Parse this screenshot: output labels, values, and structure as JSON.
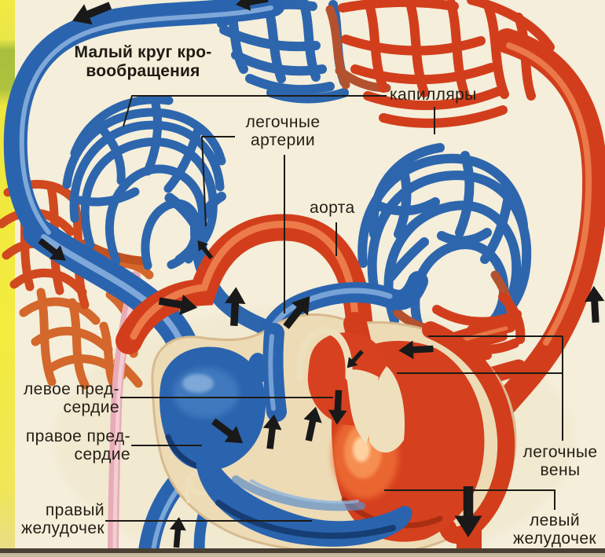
{
  "title": "Малый круг кро-\nвообращения",
  "labels": {
    "capillaries": "капилляры",
    "pulmonary_arteries": "легочные\nартерии",
    "aorta": "аорта",
    "left_atrium": "левое пред-\nсердие",
    "right_atrium": "правое пред-\nсердие",
    "right_ventricle": "правый\nжелудочек",
    "pulmonary_veins": "легочные\nвены",
    "left_ventricle": "левый\nжелудочек"
  },
  "colors": {
    "background": "#f4eeda",
    "venous_blood_blue": "#2b64ae",
    "arterial_blood_red": "#d23e1c",
    "capillary_orange": "#d4672b",
    "heart_muscle_cream": "#eddbb6",
    "edge_strip_yellow": "#f2ea41",
    "pointer_line": "#1d1b17"
  }
}
